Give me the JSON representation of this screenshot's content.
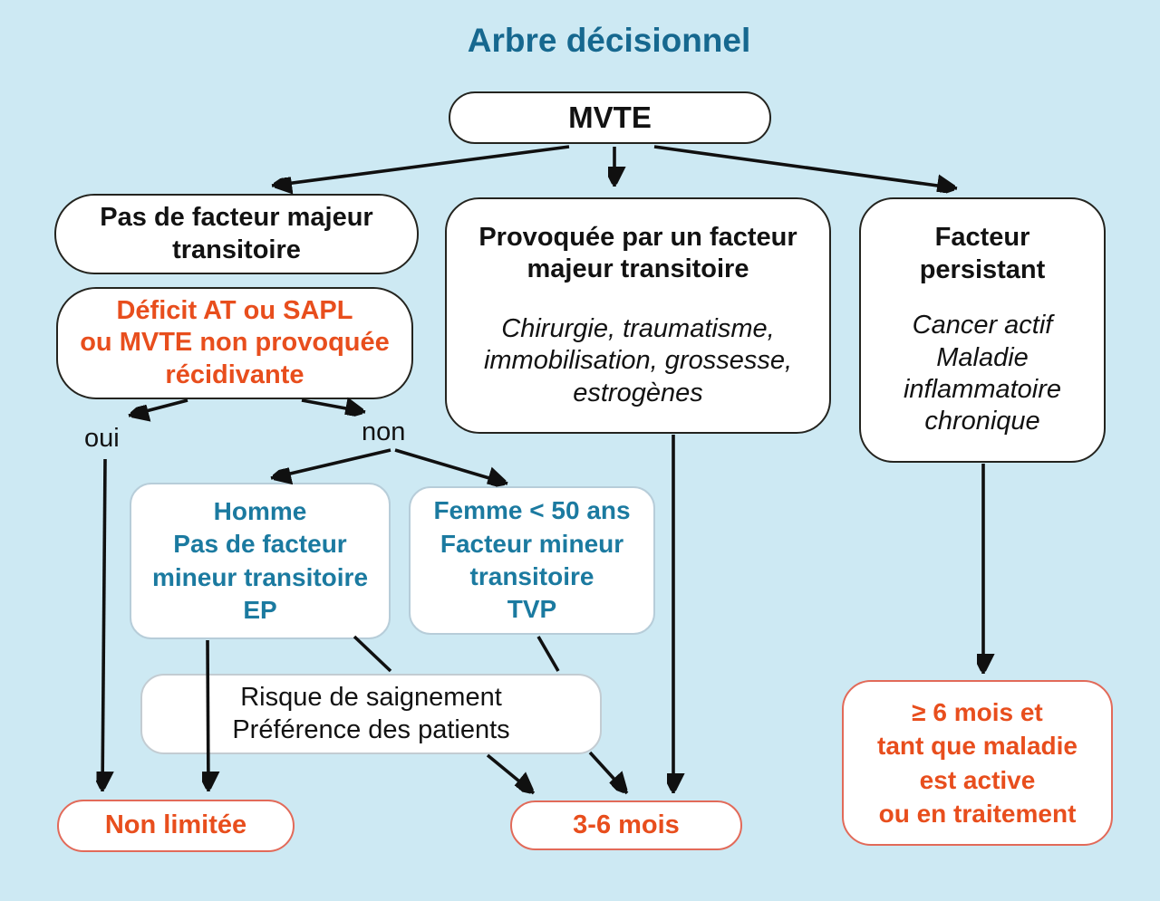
{
  "title": "Arbre décisionnel",
  "colors": {
    "background": "#cde9f3",
    "title_blue": "#16688f",
    "accent_orange": "#e84e1d",
    "accent_teal": "#1b7aa0",
    "node_border_dark": "#24241f",
    "node_border_soft_blue": "#b7cdd9",
    "outcome_border_red": "#e26a59",
    "arrow_black": "#101010"
  },
  "nodes": {
    "mvte": {
      "label": "MVTE"
    },
    "no_major_factor": {
      "line1": "Pas de facteur majeur",
      "line2": "transitoire"
    },
    "deficit": {
      "line1": "Déficit AT ou SAPL",
      "line2": "ou MVTE non provoquée",
      "line3": "récidivante"
    },
    "provoked": {
      "title_line1": "Provoquée par un facteur",
      "title_line2": "majeur transitoire",
      "detail_line1": "Chirurgie, traumatisme,",
      "detail_line2": "immobilisation, grossesse,",
      "detail_line3": "estrogènes"
    },
    "persistent": {
      "title_line1": "Facteur",
      "title_line2": "persistant",
      "detail_line1": "Cancer actif",
      "detail_line2": "Maladie",
      "detail_line3": "inflammatoire",
      "detail_line4": "chronique"
    },
    "homme": {
      "line1": "Homme",
      "line2": "Pas de facteur",
      "line3": "mineur transitoire",
      "line4": "EP"
    },
    "femme": {
      "line1": "Femme < 50 ans",
      "line2": "Facteur mineur",
      "line3": "transitoire",
      "line4": "TVP"
    },
    "risque": {
      "line1": "Risque de saignement",
      "line2": "Préférence des patients"
    },
    "non_limitee": {
      "label": "Non limitée"
    },
    "mois_3_6": {
      "label": "3-6 mois"
    },
    "mois_6_plus": {
      "line1": "≥ 6 mois et",
      "line2": "tant que maladie",
      "line3": "est active",
      "line4": "ou en traitement"
    }
  },
  "edge_labels": {
    "oui": "oui",
    "non": "non"
  }
}
